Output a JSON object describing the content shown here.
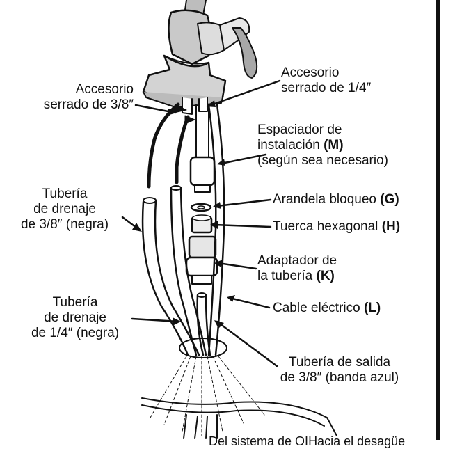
{
  "labels": {
    "fitting_38": {
      "l1": "Accesorio",
      "l2": "serrado de 3/8″"
    },
    "fitting_14": {
      "l1": "Accesorio",
      "l2": "serrado de 1/4″"
    },
    "spacer": {
      "l1": "Espaciador de",
      "l2a": "instalación ",
      "l2b": "(M)",
      "l3": "(según sea necesario)"
    },
    "lock_washer": {
      "text": "Arandela bloqueo ",
      "letter": "(G)"
    },
    "hex_nut": {
      "text": "Tuerca hexagonal ",
      "letter": "(H)"
    },
    "tube_adapter": {
      "l1": "Adaptador de",
      "l2a": "la tubería ",
      "l2b": "(K)"
    },
    "drain_38": {
      "l1": "Tubería",
      "l2": "de drenaje",
      "l3": "de 3/8″ (negra)"
    },
    "drain_14": {
      "l1": "Tubería",
      "l2": "de drenaje",
      "l3": "de 1/4″ (negra)"
    },
    "electric_cable": {
      "text": "Cable eléctrico ",
      "letter": "(L)"
    },
    "outlet_tube": {
      "l1": "Tubería de salida",
      "l2": "de 3/8″ (banda azul)"
    },
    "bottom_caption": {
      "left": "Del sistema de OI",
      "right": "Hacia el desagüe"
    }
  }
}
